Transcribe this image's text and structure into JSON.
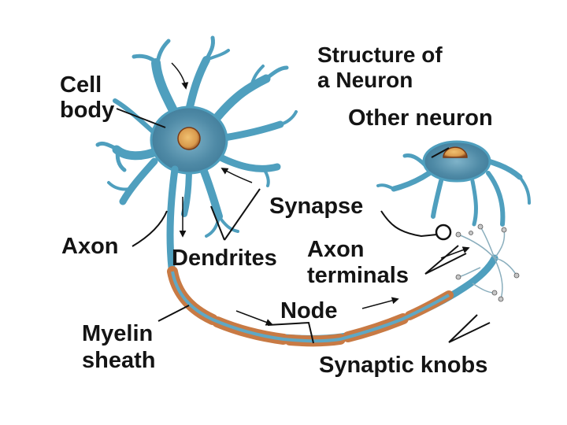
{
  "title": {
    "line1": "Structure of",
    "line2": "a Neuron"
  },
  "labels": {
    "cell_body_line1": "Cell",
    "cell_body_line2": "body",
    "other_neuron": "Other neuron",
    "synapse": "Synapse",
    "axon": "Axon",
    "dendrites": "Dendrites",
    "axon_terminals_line1": "Axon",
    "axon_terminals_line2": "terminals",
    "node": "Node",
    "myelin_sheath_line1": "Myelin",
    "myelin_sheath_line2": "sheath",
    "synaptic_knobs": "Synaptic knobs"
  },
  "colors": {
    "membrane": "#4f9fbe",
    "cytoplasm": "#5f8fa6",
    "nucleus": "#d99a4d",
    "myelin": "#c87a44",
    "line": "#111111"
  }
}
